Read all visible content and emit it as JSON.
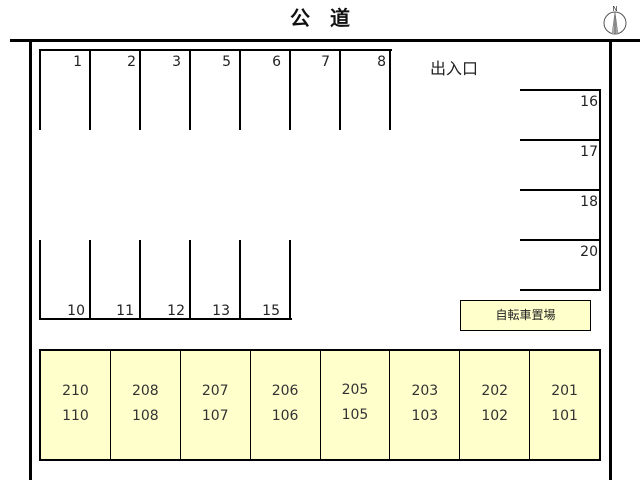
{
  "header": {
    "road_label": "公道",
    "compass_icon": "north-arrow-icon",
    "compass_label": "N"
  },
  "entrance_label": "出入口",
  "parking": {
    "top_row": [
      "1",
      "2",
      "3",
      "5",
      "6",
      "7",
      "8"
    ],
    "bottom_row": [
      "10",
      "11",
      "12",
      "13",
      "15"
    ],
    "right_column": [
      "16",
      "17",
      "18",
      "20"
    ]
  },
  "bicycle_parking_label": "自転車置場",
  "building": {
    "units": [
      {
        "upper": "210",
        "lower": "110"
      },
      {
        "upper": "208",
        "lower": "108"
      },
      {
        "upper": "207",
        "lower": "107"
      },
      {
        "upper": "206",
        "lower": "106"
      },
      {
        "upper": "205",
        "lower": "105"
      },
      {
        "upper": "203",
        "lower": "103"
      },
      {
        "upper": "202",
        "lower": "102"
      },
      {
        "upper": "201",
        "lower": "101"
      }
    ]
  },
  "colors": {
    "building_fill": "#ffffcc",
    "line": "#000000"
  }
}
